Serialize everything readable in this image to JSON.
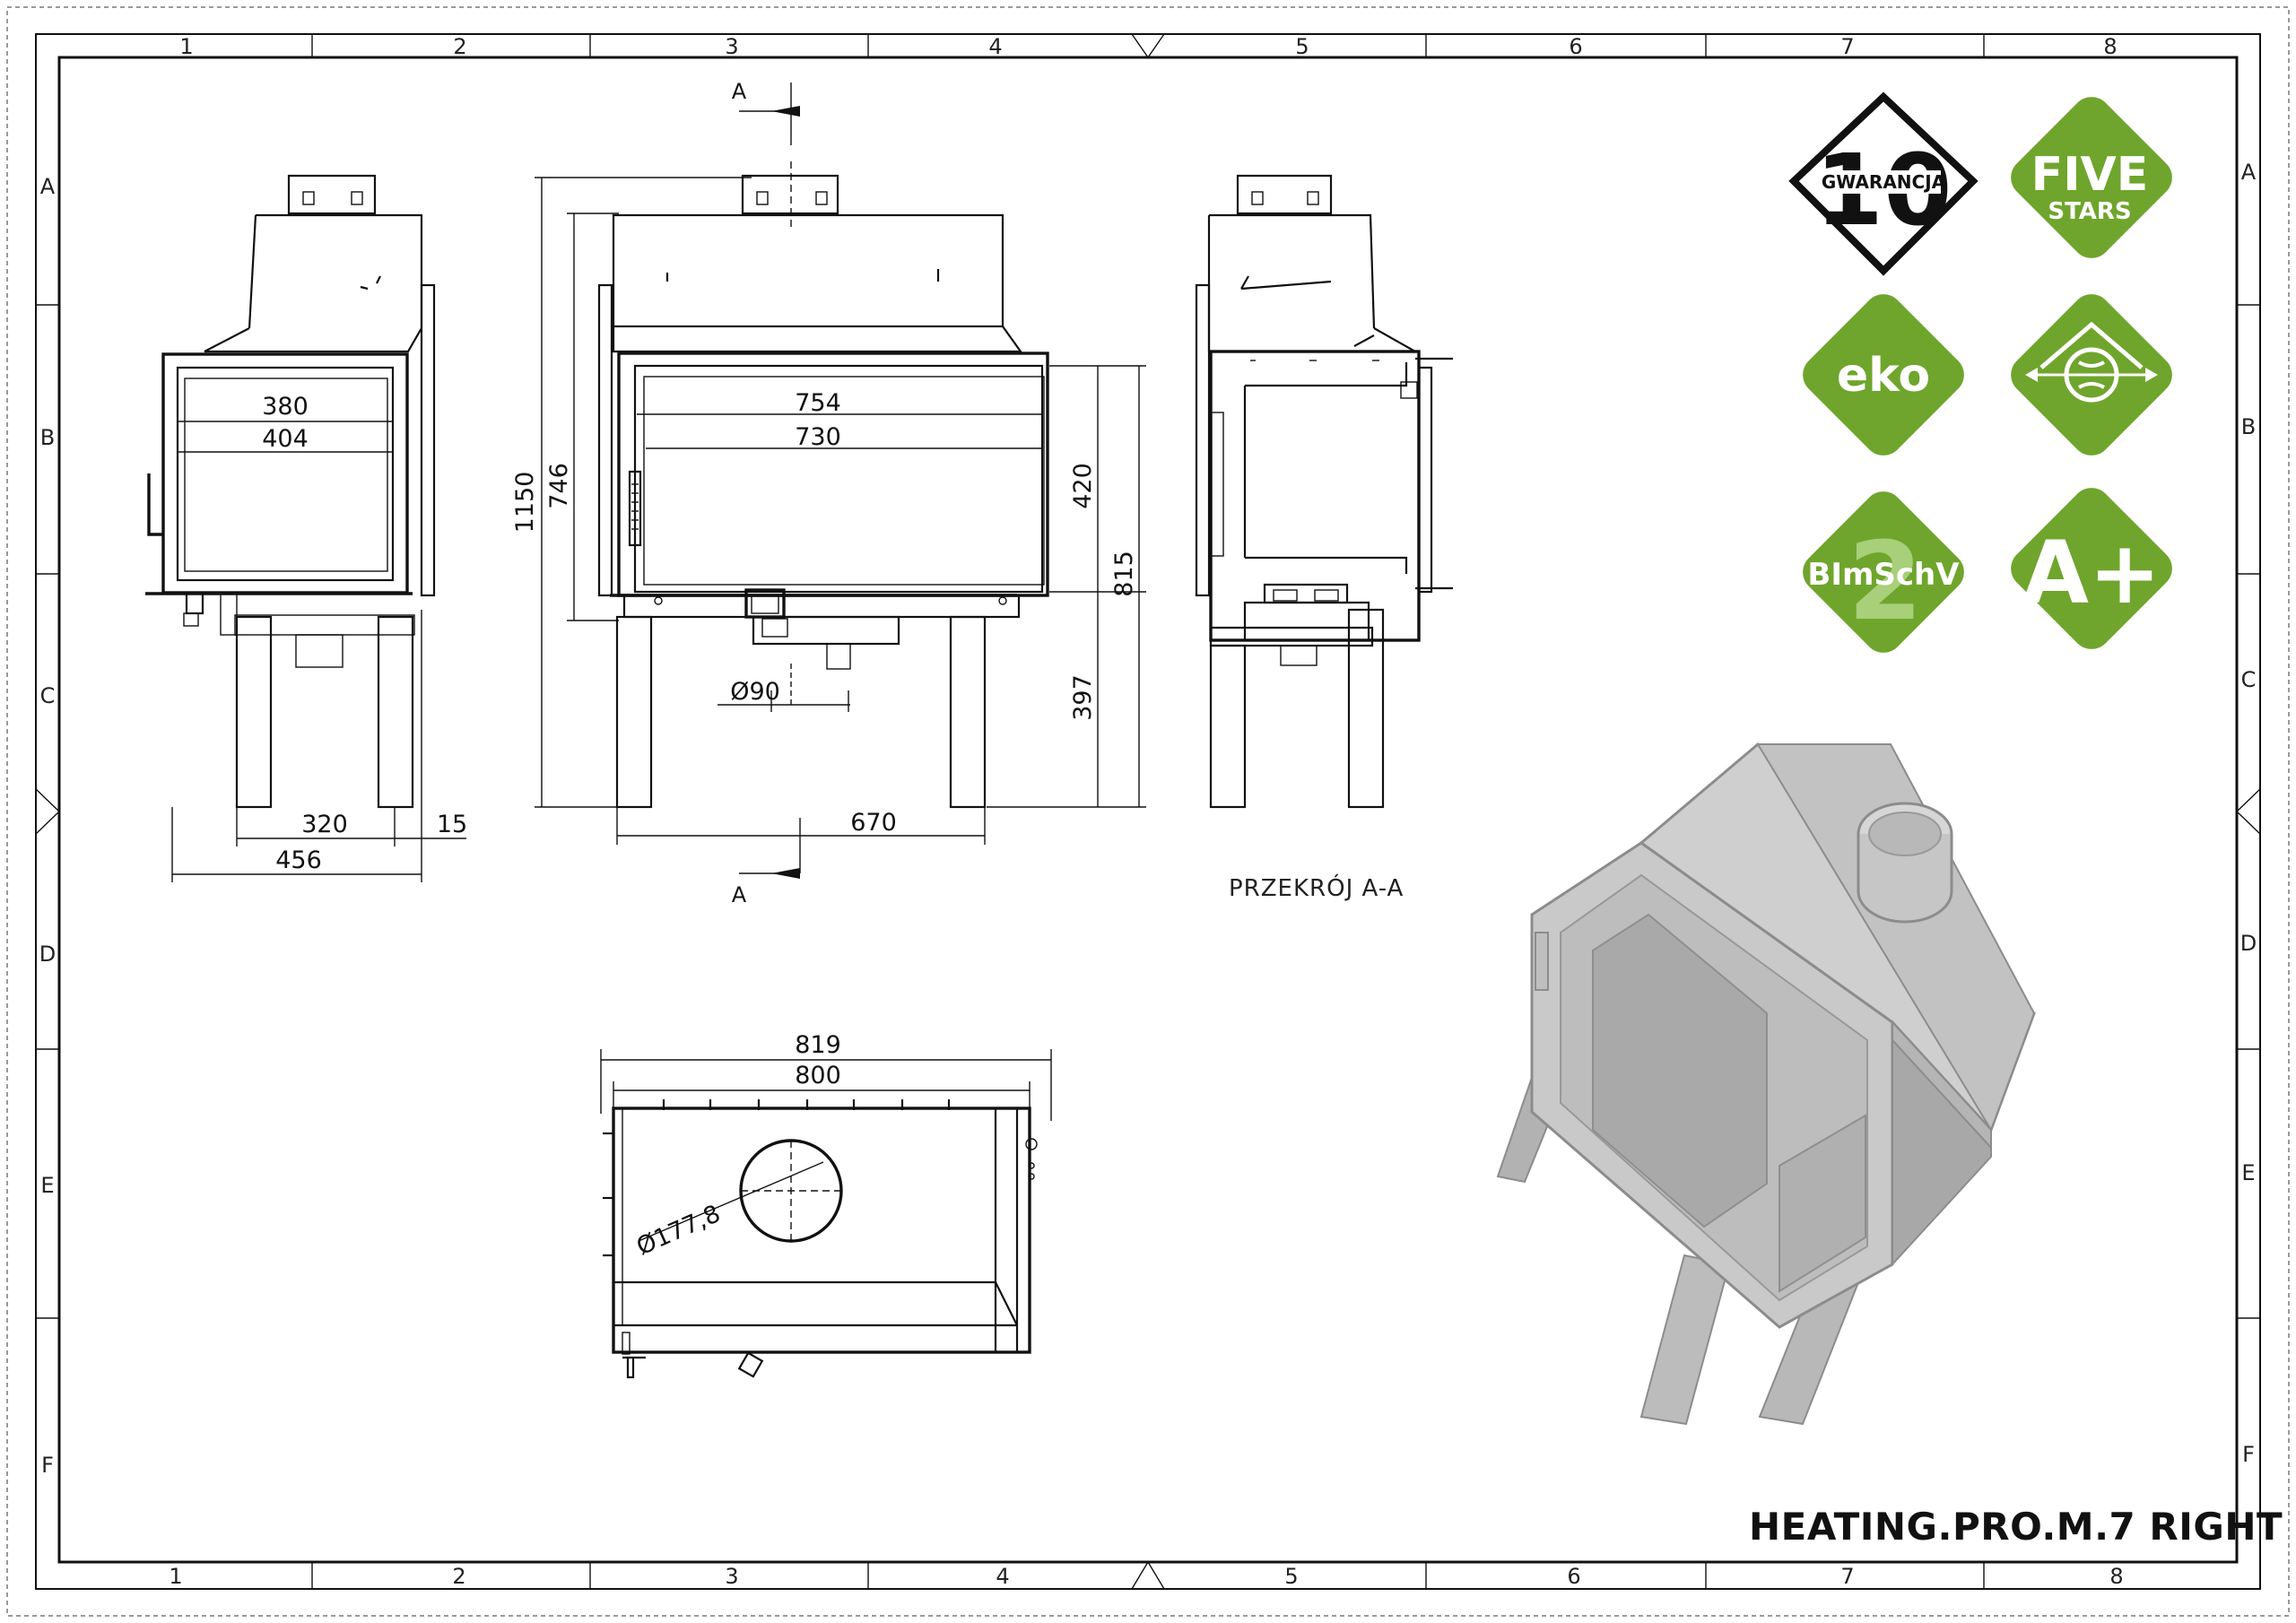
{
  "drawing": {
    "title": "HEATING.PRO.M.7 RIGHT",
    "section_label": "PRZEKRÓJ A-A",
    "section_marker": "A"
  },
  "frame": {
    "columns": [
      "1",
      "2",
      "3",
      "4",
      "5",
      "6",
      "7",
      "8"
    ],
    "rows": [
      "A",
      "B",
      "C",
      "D",
      "E",
      "F"
    ]
  },
  "dimensions": {
    "side_view": {
      "inner_depth_top": "380",
      "inner_depth": "404",
      "leg_spacing": "320",
      "offset": "15",
      "overall_depth": "456"
    },
    "front_view": {
      "outer_width": "754",
      "inner_width": "730",
      "total_height": "1150",
      "body_height": "746",
      "glass_height": "420",
      "hearth_height": "815",
      "leg_height": "397",
      "leg_spacing": "670",
      "air_inlet_diameter": "Ø90"
    },
    "top_view": {
      "overall_width": "819",
      "body_width": "800",
      "flue_diameter": "Ø177,8"
    }
  },
  "badges": [
    {
      "id": "warranty",
      "text": "GWARANCJA",
      "number": "10",
      "color": "#111111"
    },
    {
      "id": "five-stars",
      "line1": "FIVE",
      "line2": "STARS",
      "color": "#6fa52c"
    },
    {
      "id": "eko",
      "text": "eko",
      "color": "#6fa52c"
    },
    {
      "id": "air",
      "text": "",
      "color": "#6fa52c"
    },
    {
      "id": "bimschv",
      "text": "BImSchV",
      "number": "2",
      "color": "#6fa52c"
    },
    {
      "id": "energy",
      "text": "A+",
      "color": "#6fa52c"
    }
  ],
  "colors": {
    "line": "#111111",
    "render": "#b5b5b5",
    "badge_green": "#6fa52c"
  }
}
